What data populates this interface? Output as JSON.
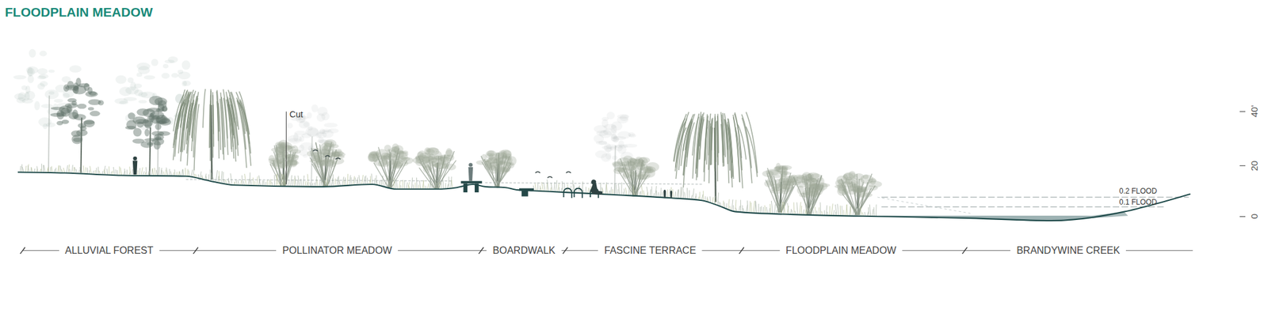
{
  "diagram": {
    "title": "FLOODPLAIN MEADOW",
    "labels": [
      "Cut",
      "0.2 FLOOD",
      "0.1 FLOOD",
      "40'",
      "20",
      "0",
      "ALLUVIAL FOREST",
      "POLLINATOR MEADOW",
      "BOARDWALK",
      "FASCINE TERRACE",
      "FLOODPLAIN MEADOW",
      "BRANDYWINE CREEK"
    ]
  }
}
